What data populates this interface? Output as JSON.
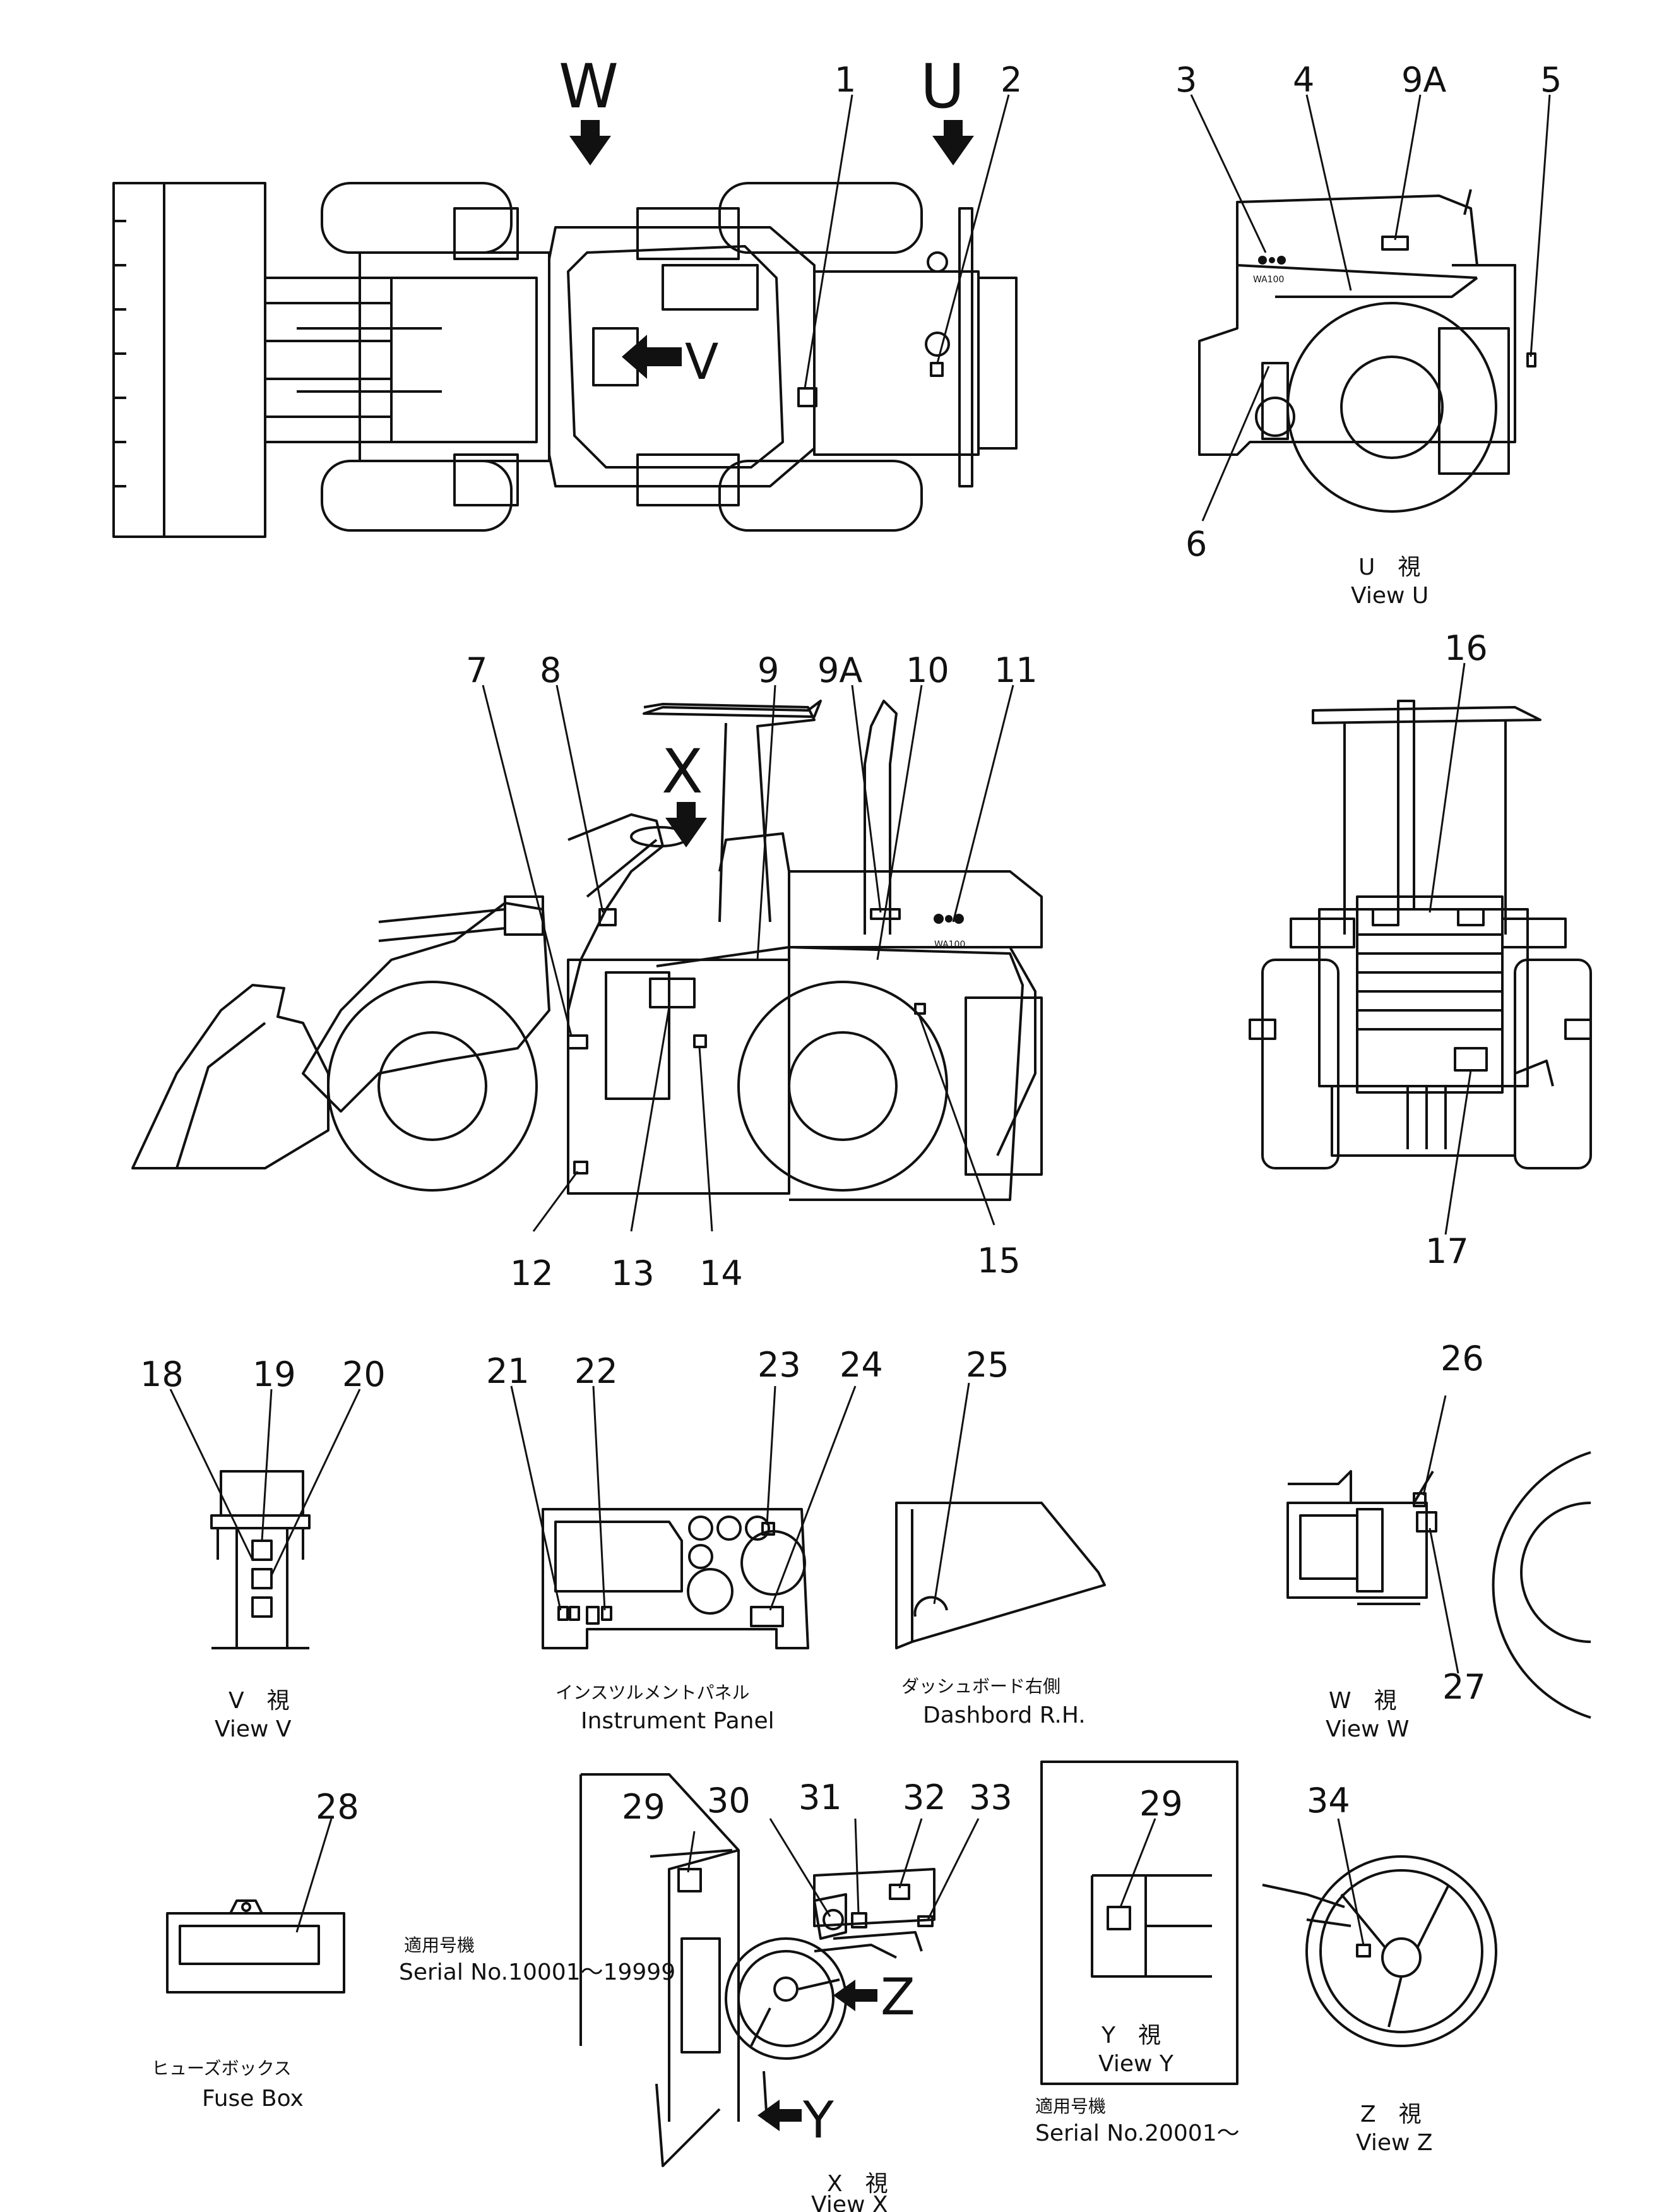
{
  "callouts": {
    "n1": "1",
    "n2": "2",
    "n3": "3",
    "n4": "4",
    "n5": "5",
    "n6": "6",
    "n7": "7",
    "n8": "8",
    "n9": "9",
    "n9a": "9A",
    "n9a_top": "9A",
    "n10": "10",
    "n11": "11",
    "n12": "12",
    "n13": "13",
    "n14": "14",
    "n15": "15",
    "n16": "16",
    "n17": "17",
    "n18": "18",
    "n19": "19",
    "n20": "20",
    "n21": "21",
    "n22": "22",
    "n23": "23",
    "n24": "24",
    "n25": "25",
    "n26": "26",
    "n27": "27",
    "n28": "28",
    "n29a": "29",
    "n29b": "29",
    "n30": "30",
    "n31": "31",
    "n32": "32",
    "n33": "33",
    "n34": "34"
  },
  "view_letters": {
    "w": "W",
    "u": "U",
    "v": "V",
    "x": "X",
    "z": "Z",
    "y": "Y"
  },
  "model_badge": "WA100",
  "captions": {
    "view_u_jp": "U　視",
    "view_u": "View U",
    "view_v_jp": "V　視",
    "view_v": "View V",
    "instrument_jp": "インスツルメントパネル",
    "instrument": "Instrument Panel",
    "dashboard_jp": "ダッシュボード右側",
    "dashboard": "Dashbord R.H.",
    "view_w_jp": "W　視",
    "view_w": "View W",
    "fuse_jp": "ヒューズボックス",
    "fuse": "Fuse Box",
    "serial1_jp": "適用号機",
    "serial1": "Serial No.10001～19999",
    "view_y_jp": "Y　視",
    "view_y": "View Y",
    "serial2_jp": "適用号機",
    "serial2": "Serial No.20001～",
    "view_z_jp": "Z　視",
    "view_z": "View Z",
    "view_x_jp": "X　視",
    "view_x": "View X"
  }
}
